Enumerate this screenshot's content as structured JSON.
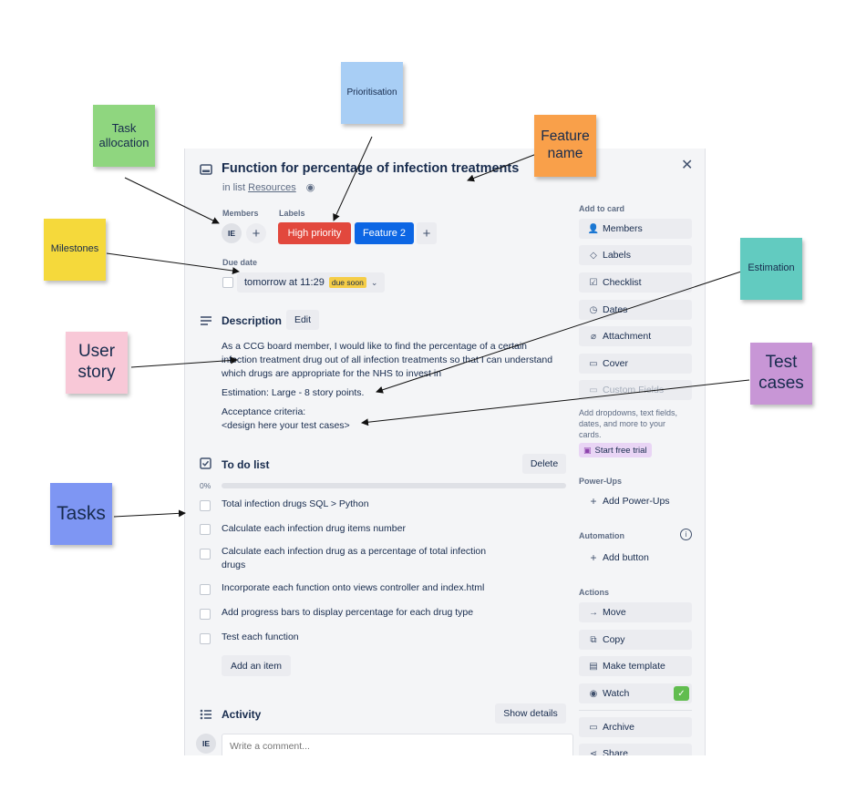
{
  "card": {
    "title": "Function for percentage of infection treatments",
    "in_list_prefix": "in list",
    "list_name": "Resources",
    "members_label": "Members",
    "member_initials": "IE",
    "labels_label": "Labels",
    "labels": [
      {
        "text": "High priority",
        "color": "#e2483d"
      },
      {
        "text": "Feature 2",
        "color": "#0c66e4"
      }
    ],
    "due_label": "Due date",
    "due_value": "tomorrow at 11:29",
    "due_badge": "due soon",
    "description_title": "Description",
    "edit_label": "Edit",
    "description_lines": [
      "As a CCG board member, I would like to find the percentage of a certain",
      "infection treatment drug out of all infection treatments so that I can understand",
      "which drugs are appropriate for the NHS to invest in"
    ],
    "estimation": "Estimation: Large - 8 story points.",
    "acceptance_title": "Acceptance criteria:",
    "acceptance_body": "<design here your test cases>",
    "todo_title": "To do list",
    "delete_label": "Delete",
    "progress_percent_label": "0%",
    "progress": 0,
    "todo_items": [
      "Total infection drugs SQL > Python",
      "Calculate each infection drug items number",
      "Calculate each infection drug as a percentage of total infection",
      "drugs",
      "Incorporate each function onto views controller and index.html",
      "Add progress bars to display percentage for each drug type",
      "Test each function"
    ],
    "add_item_label": "Add an item",
    "activity_title": "Activity",
    "show_details_label": "Show details",
    "comment_placeholder": "Write a comment..."
  },
  "sidebar": {
    "add_to_card": "Add to card",
    "items": [
      "Members",
      "Labels",
      "Checklist",
      "Dates",
      "Attachment",
      "Cover",
      "Custom Fields"
    ],
    "custom_fields_note": [
      "Add dropdowns, text fields,",
      "dates, and more to your",
      "cards."
    ],
    "trial_label": "Start free trial",
    "powerups_head": "Power-Ups",
    "add_powerups": "Add Power-Ups",
    "automation_head": "Automation",
    "add_button": "Add button",
    "actions_head": "Actions",
    "actions": [
      "Move",
      "Copy",
      "Make template",
      "Watch",
      "Archive",
      "Share"
    ],
    "watch_checked": true
  },
  "stickies": {
    "prioritisation": {
      "text": "Prioritisation",
      "color": "#a8cef5"
    },
    "task_allocation": {
      "text": "Task allocation",
      "color": "#8fd67f"
    },
    "feature_name": {
      "text": "Feature name",
      "color": "#f9a04a"
    },
    "milestones": {
      "text": "Milestones",
      "color": "#f5d93b"
    },
    "estimation": {
      "text": "Estimation",
      "color": "#62cbc0"
    },
    "user_story": {
      "text": "User story",
      "color": "#f8c8d7"
    },
    "test_cases": {
      "text": "Test cases",
      "color": "#c896d6"
    },
    "tasks": {
      "text": "Tasks",
      "color": "#7e96f3"
    }
  }
}
